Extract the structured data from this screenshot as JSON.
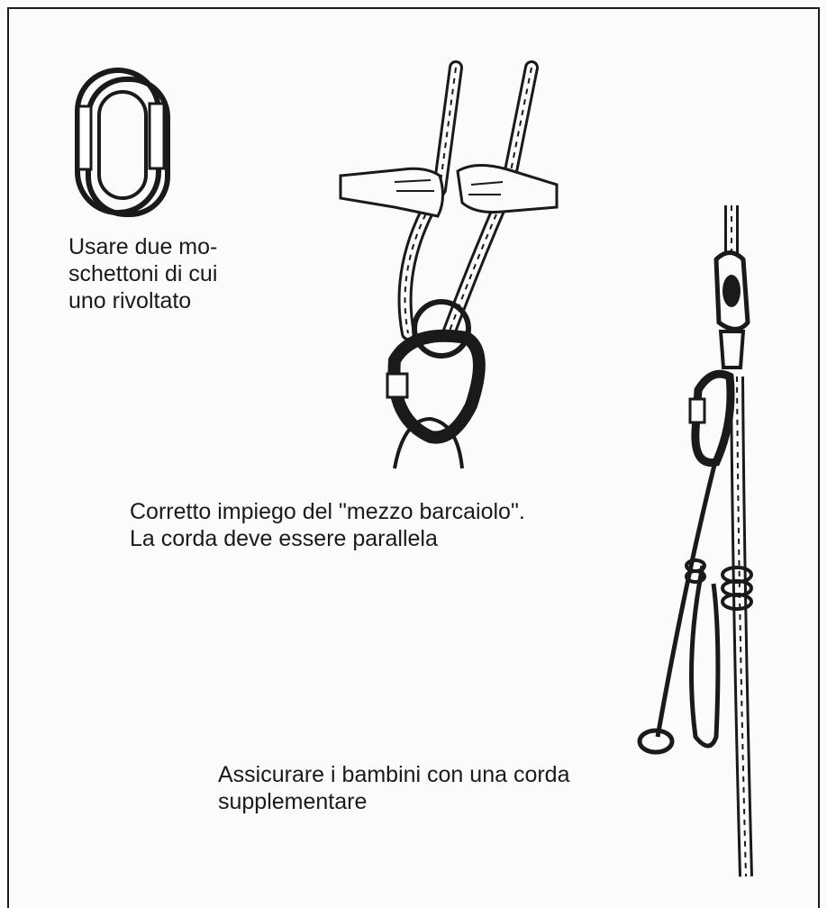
{
  "captions": {
    "carabiners": [
      "Usare due mo-",
      "schettoni di cui",
      "uno rivoltato"
    ],
    "belay": [
      "Corretto impiego del \"mezzo barcaiolo\".",
      "La corda deve essere parallela"
    ],
    "children": [
      "Assicurare i bambini con una corda",
      "supplementare"
    ]
  },
  "illustrations": {
    "carabiners": "two-carabiners-one-reversed",
    "belay": "half-clove-hitch-belay",
    "children": "child-safety-rope"
  }
}
